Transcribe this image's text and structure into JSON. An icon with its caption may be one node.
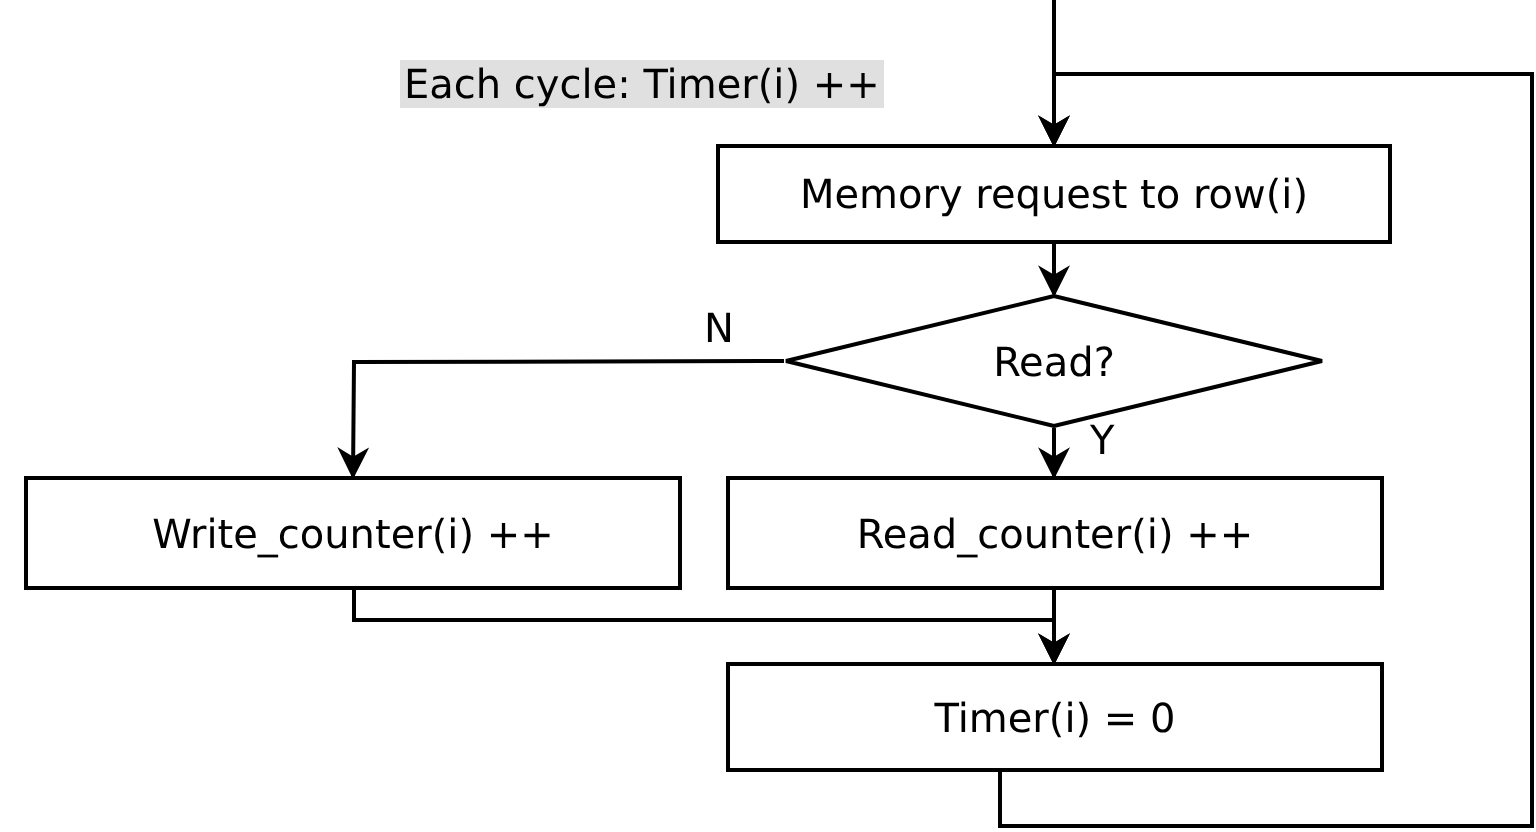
{
  "diagram": {
    "nodes": [
      {
        "text": [
          "Memory request to row(i)"
        ]
      },
      {
        "text": [
          "Read?"
        ]
      },
      {
        "text": [
          "Write_counter(i) ++"
        ]
      },
      {
        "text": [
          "Read_counter(i) ++"
        ]
      },
      {
        "text": [
          "Timer(i) = 0"
        ]
      }
    ],
    "edges": [
      {
        "from": null,
        "to": 0,
        "arrow": "to"
      },
      {
        "from": 0,
        "to": 1,
        "arrow": "to"
      },
      {
        "from": 1,
        "to": 2,
        "label": "N",
        "arrow": "to"
      },
      {
        "from": 1,
        "to": 3,
        "label": "Y",
        "arrow": "to"
      },
      {
        "from": 2,
        "to": 4,
        "arrow": "to"
      },
      {
        "from": 3,
        "to": 4,
        "arrow": "to"
      },
      {
        "from": 4,
        "to": 0,
        "arrow": "to"
      }
    ],
    "labels": [
      "Each cycle: Timer(i) ++"
    ]
  }
}
